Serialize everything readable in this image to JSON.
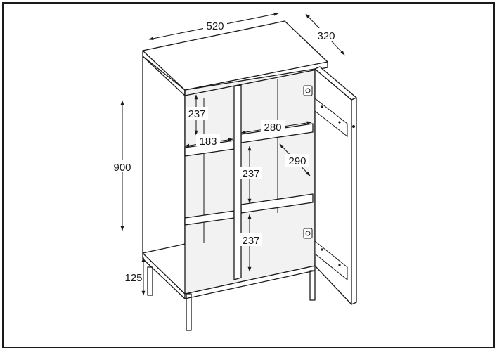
{
  "dimensions": {
    "width": "520",
    "depth": "320",
    "height": "900",
    "leg_height": "125",
    "left_shelf_gap": "237",
    "left_shelf_width": "183",
    "right_shelf_width": "280",
    "right_shelf_depth": "290",
    "right_mid_gap": "237",
    "right_low_gap": "237"
  }
}
